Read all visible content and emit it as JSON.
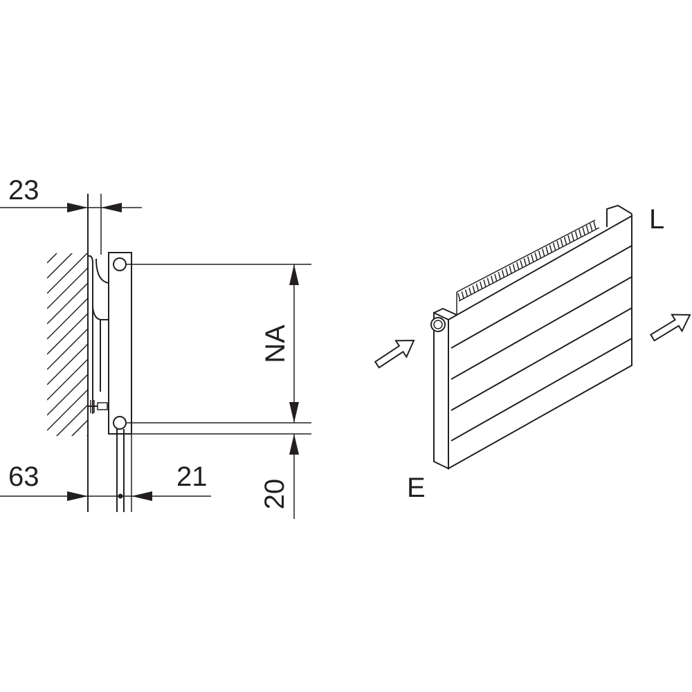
{
  "drawing": {
    "dimensions": {
      "top_gap": "23",
      "connection_distance": "NA",
      "bottom_height": "20",
      "wall_offset": "63",
      "front_offset": "21"
    },
    "ports": {
      "upper_right": "L",
      "lower_left": "E"
    }
  },
  "colors": {
    "line": "#231f20",
    "background": "#ffffff"
  }
}
